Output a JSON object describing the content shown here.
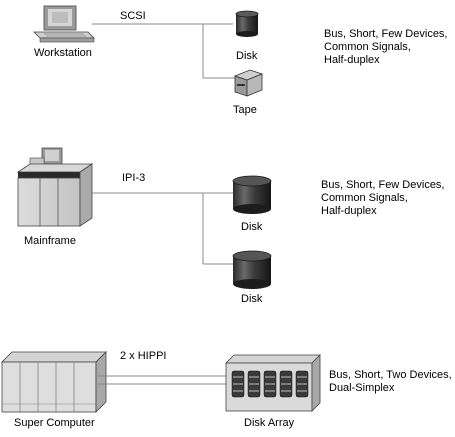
{
  "rows": [
    {
      "interface": "SCSI",
      "host": "Workstation",
      "devices": [
        "Disk",
        "Tape"
      ],
      "description": [
        "Bus, Short, Few Devices,",
        "Common Signals,",
        "Half-duplex"
      ]
    },
    {
      "interface": "IPI-3",
      "host": "Mainframe",
      "devices": [
        "Disk",
        "Disk"
      ],
      "description": [
        "Bus, Short, Few Devices,",
        "Common Signals,",
        "Half-duplex"
      ]
    },
    {
      "interface": "2 x HIPPI",
      "host": "Super Computer",
      "devices": [
        "Disk Array"
      ],
      "description": [
        "Bus, Short, Two Devices,",
        "Dual-Simplex"
      ]
    }
  ]
}
